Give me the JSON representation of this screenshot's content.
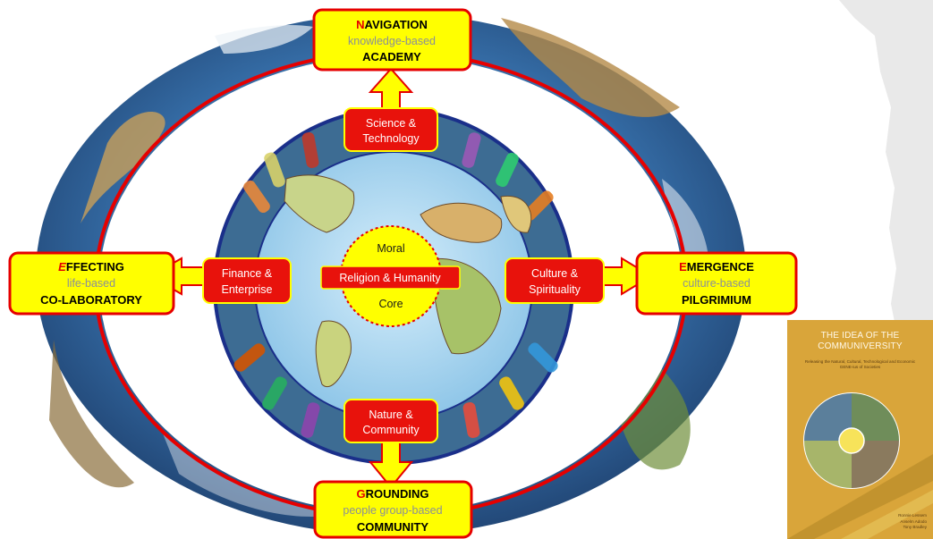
{
  "diagram": {
    "compass": {
      "north": {
        "initial": "N",
        "title_rest": "AVIGATION",
        "basis": "knowledge-based",
        "institution": "ACADEMY"
      },
      "west": {
        "initial": "E",
        "title_rest": "FFECTING",
        "basis": "life-based",
        "institution": "CO-LABORATORY"
      },
      "east": {
        "initial": "E",
        "title_rest": "MERGENCE",
        "basis": "culture-based",
        "institution": "PILGRIMIUM"
      },
      "south": {
        "initial": "G",
        "title_rest": "ROUNDING",
        "basis": "people group-based",
        "institution": "COMMUNITY"
      }
    },
    "inner_labels": {
      "north": [
        "Science &",
        "Technology"
      ],
      "west": [
        "Finance &",
        "Enterprise"
      ],
      "east": [
        "Culture &",
        "Spirituality"
      ],
      "south": [
        "Nature &",
        "Community"
      ]
    },
    "center": {
      "top": "Moral",
      "middle": "Religion & Humanity",
      "bottom": "Core"
    }
  },
  "book": {
    "title_line1": "THE IDEA OF THE",
    "title_line2": "COMMUNIVERSITY",
    "subtitle": "Releasing the Natural, Cultural, Technological and Economic GENE-ius of Societies",
    "authors": [
      "Ronnie Lessem",
      "Anselm Adodo",
      "Tony Bradley"
    ]
  },
  "colors": {
    "accent_red": "#e60000",
    "label_yellow": "#ffff00",
    "box_red": "#e8120c",
    "ocean_blue": "#2f6fae",
    "ring_blue": "#3d6c93",
    "book_gold": "#d9a53a"
  }
}
